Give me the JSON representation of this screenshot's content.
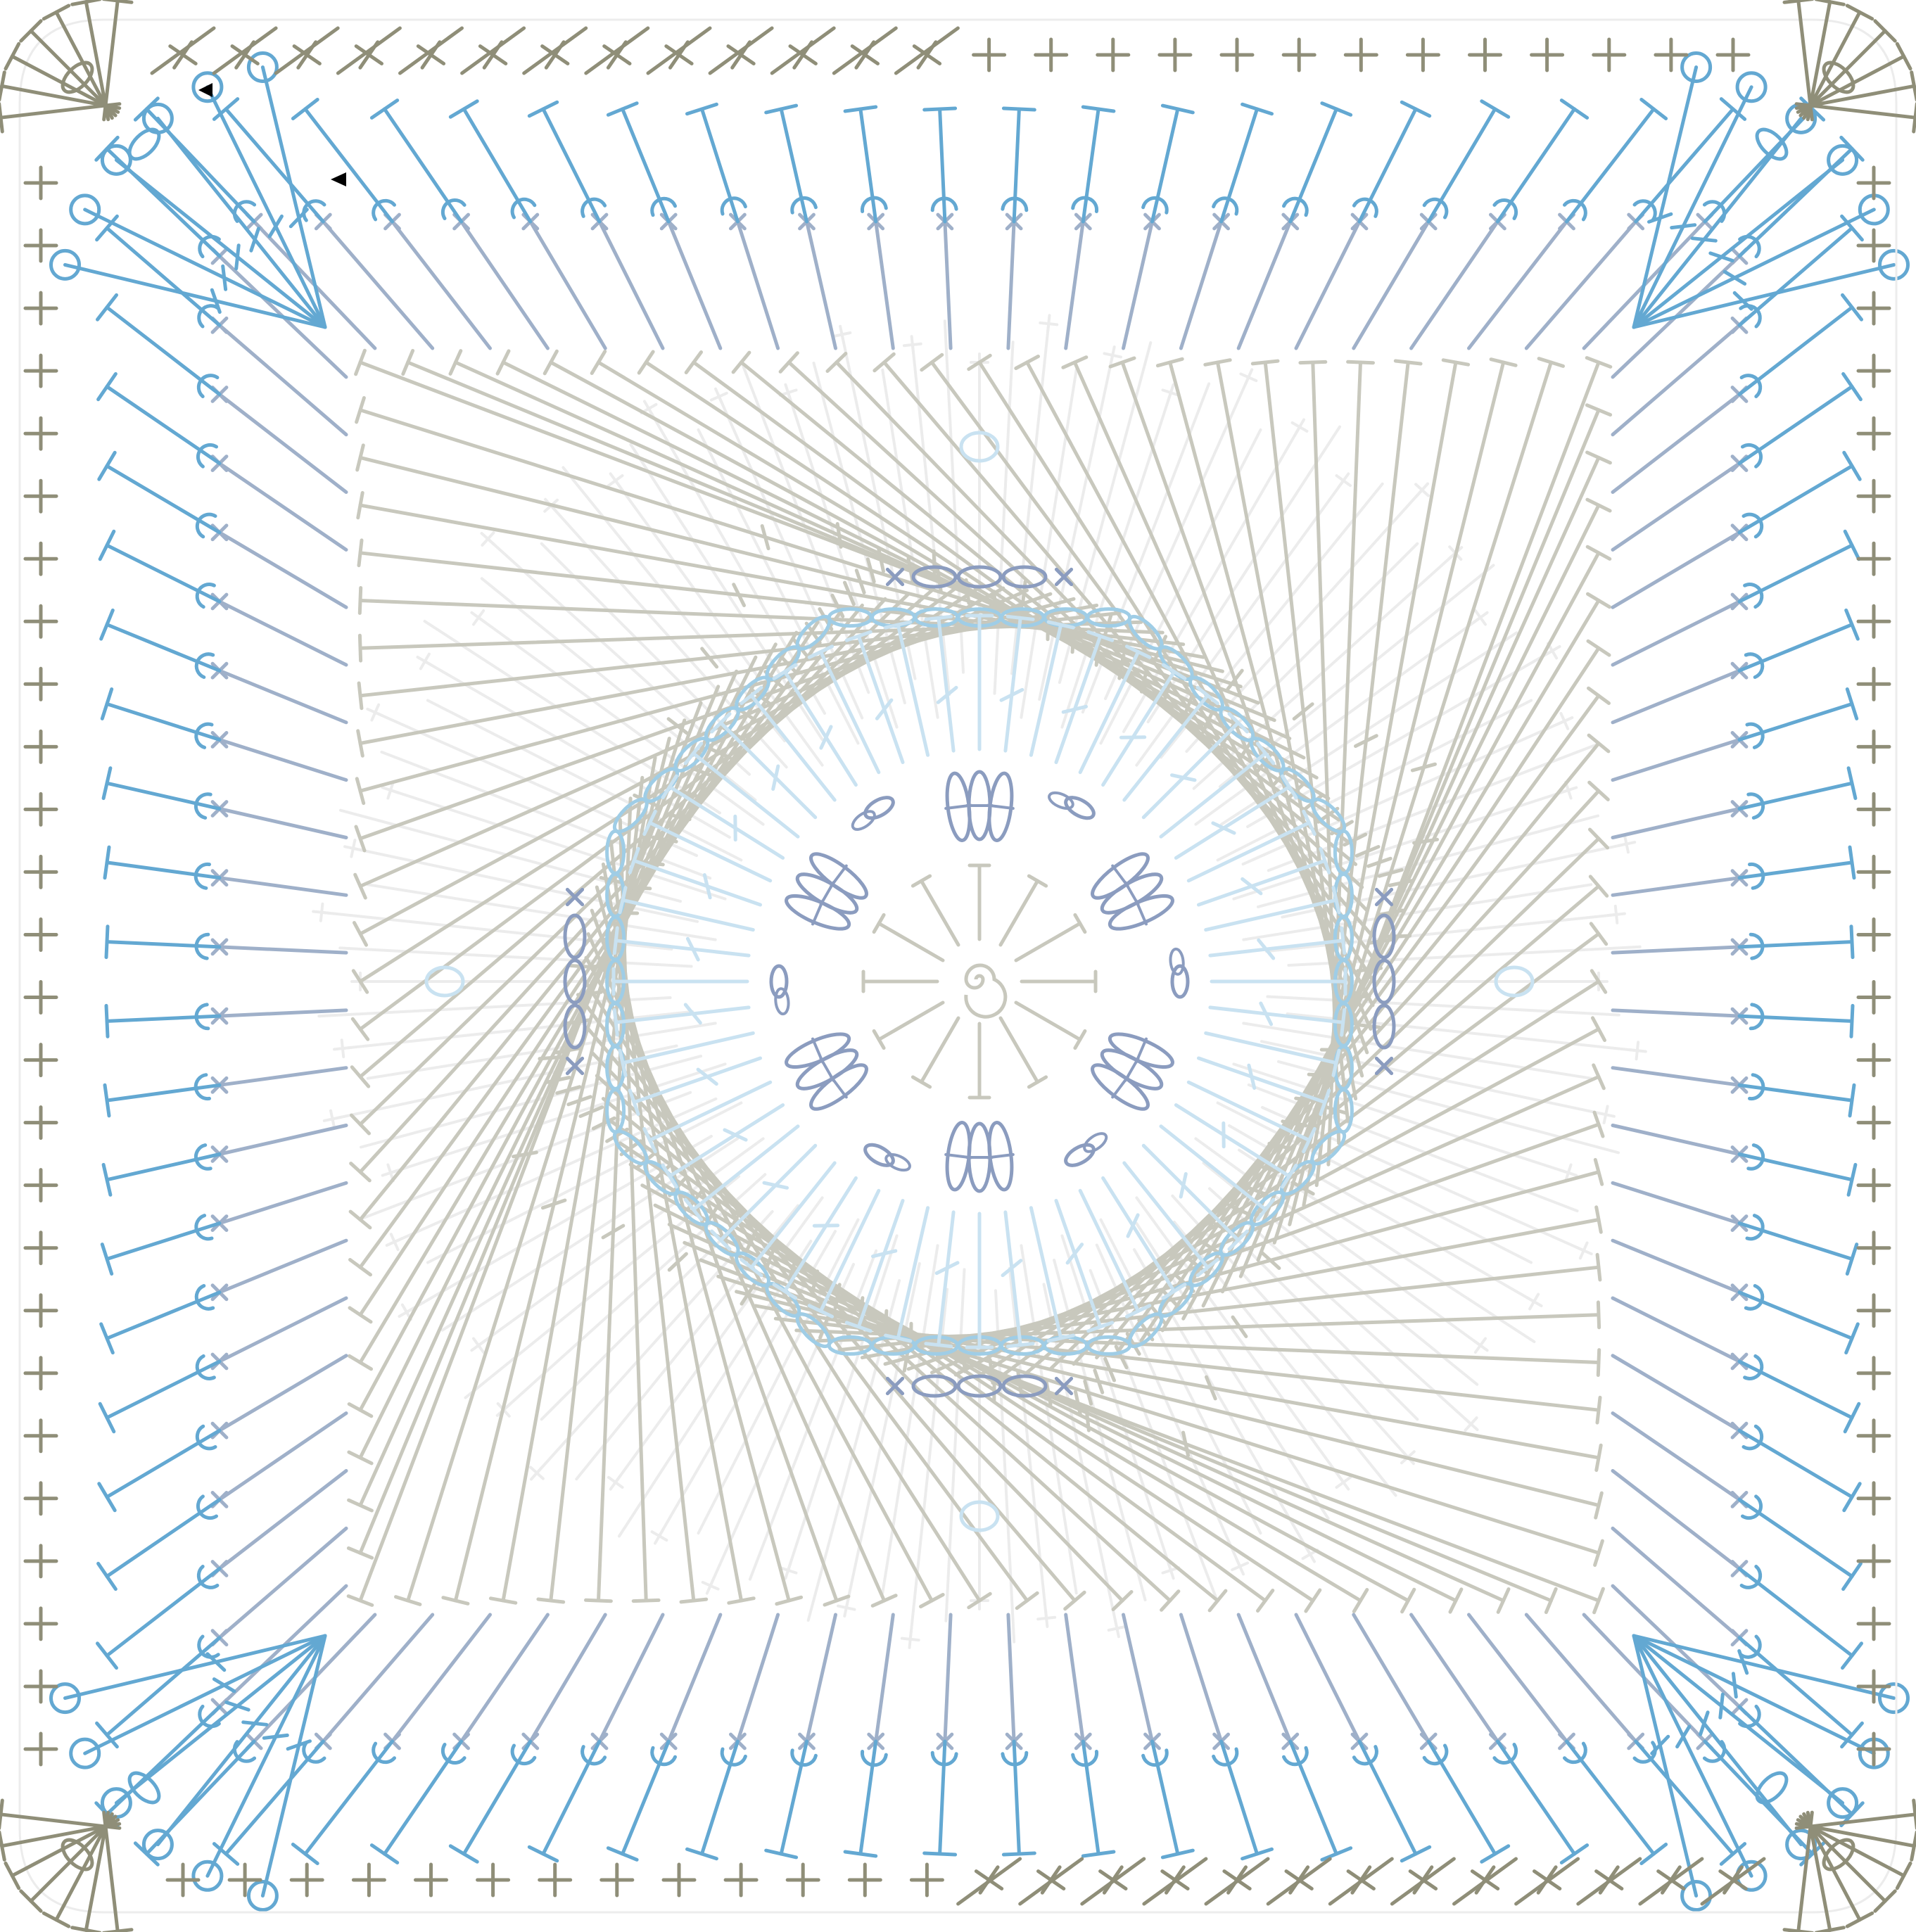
{
  "diagram": {
    "kind": "crochet-granny-square-chart",
    "rounds": [
      {
        "round": 1,
        "color": "#8b9cbf",
        "symbols": [
          "magic-ring",
          "chain",
          "puff-cluster"
        ]
      },
      {
        "round": 2,
        "color": "#9fcde6",
        "symbols": [
          "chain",
          "treble",
          "single-crochet"
        ]
      },
      {
        "round": 3,
        "color": "#c8c8bd",
        "symbols": [
          "chain",
          "double-crochet",
          "treble"
        ]
      },
      {
        "round": 4,
        "color": "#9fb0c9",
        "symbols": [
          "double-crochet",
          "back-post"
        ]
      },
      {
        "round": 5,
        "color": "#63a8d2",
        "symbols": [
          "double-crochet",
          "front-loop",
          "single-crochet"
        ]
      },
      {
        "round": 6,
        "color": "#8f8e78",
        "symbols": [
          "single-crochet",
          "double-crochet",
          "treble",
          "chain",
          "slip-stitch"
        ]
      }
    ],
    "markers": [
      {
        "name": "start-marker",
        "symbol": "arrow"
      },
      {
        "name": "join-marker",
        "symbol": "arrow"
      }
    ],
    "palette": {
      "round1": "#8b9cbf",
      "round2": "#9fcde6",
      "round2_faint": "#c9e2f1",
      "round3": "#c8c8bd",
      "round4": "#9fb0c9",
      "round5": "#63a8d2",
      "round6": "#8f8e78",
      "ghost": "#ececec",
      "marker": "#000000"
    }
  }
}
